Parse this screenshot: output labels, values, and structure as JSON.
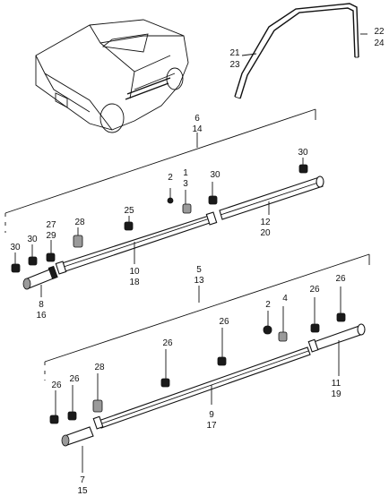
{
  "callouts": {
    "c6": "6",
    "c14": "14",
    "c21": "21",
    "c23": "23",
    "c22": "22",
    "c24": "24",
    "c2a": "2",
    "c1": "1",
    "c3": "3",
    "c30a": "30",
    "c30b": "30",
    "c30c": "30",
    "c30d": "30",
    "c25": "25",
    "c28a": "28",
    "c27": "27",
    "c29": "29",
    "c12": "12",
    "c20": "20",
    "c10": "10",
    "c18": "18",
    "c8": "8",
    "c16": "16",
    "c5": "5",
    "c13": "13",
    "c2b": "2",
    "c4": "4",
    "c26a": "26",
    "c26b": "26",
    "c26c": "26",
    "c26d": "26",
    "c26e": "26",
    "c26f": "26",
    "c28b": "28",
    "c11": "11",
    "c19": "19",
    "c9": "9",
    "c17": "17",
    "c7": "7",
    "c15": "15"
  }
}
